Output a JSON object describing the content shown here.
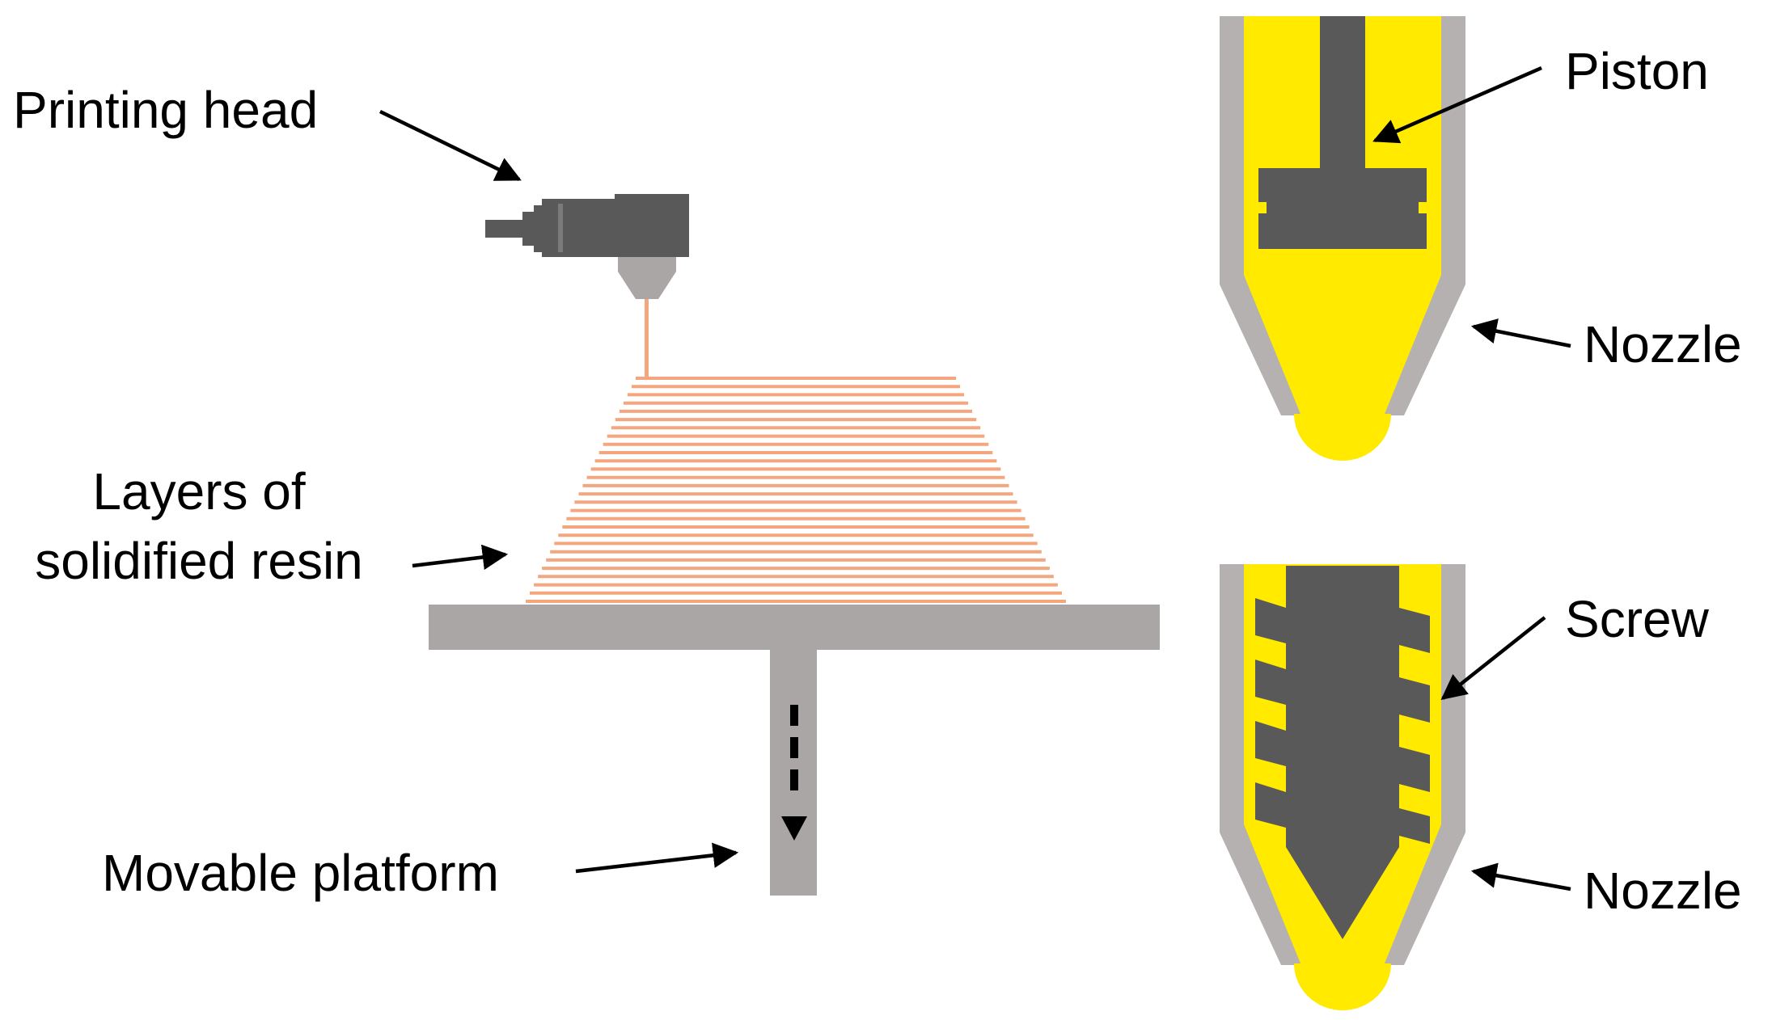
{
  "labels": {
    "printing_head": "Printing head",
    "layers_line1": "Layers of",
    "layers_line2": "solidified resin",
    "movable_platform": "Movable platform",
    "piston": "Piston",
    "nozzle_top": "Nozzle",
    "screw": "Screw",
    "nozzle_bottom": "Nozzle"
  },
  "colors": {
    "dark_gray": "#595959",
    "mid_gray": "#aaa6a6",
    "light_gray": "#b5b1b1",
    "resin_line": "#f4a67e",
    "filament": "#f4a67e",
    "material_yellow": "#ffea00",
    "arrow": "#000000"
  },
  "resin_layers": {
    "count": 28
  },
  "icons": {
    "printing_head": "extruder-head-icon",
    "down_arrow": "dashed-down-arrow-icon"
  }
}
